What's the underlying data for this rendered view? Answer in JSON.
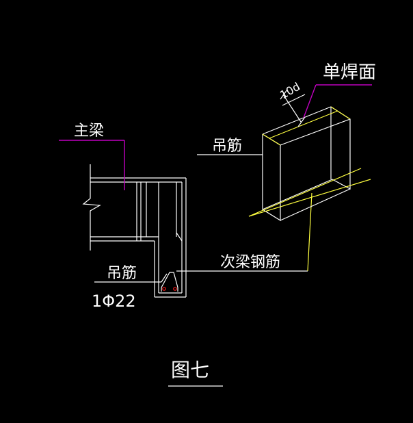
{
  "labels": {
    "main_beam": "主梁",
    "hanger_top": "吊筋",
    "single_weld_face": "单焊面",
    "weld_length": "10d",
    "secondary_beam_rebar": "次梁钢筋",
    "hanger_bottom": "吊筋",
    "hanger_spec": "1Φ22",
    "figure_caption": "图七"
  },
  "colors": {
    "background": "#000000",
    "text": "#ffffff",
    "line_white": "#ffffff",
    "leader_magenta": "#c000c0",
    "line_yellow": "#ffff40",
    "rebar_red": "#ff2020"
  }
}
